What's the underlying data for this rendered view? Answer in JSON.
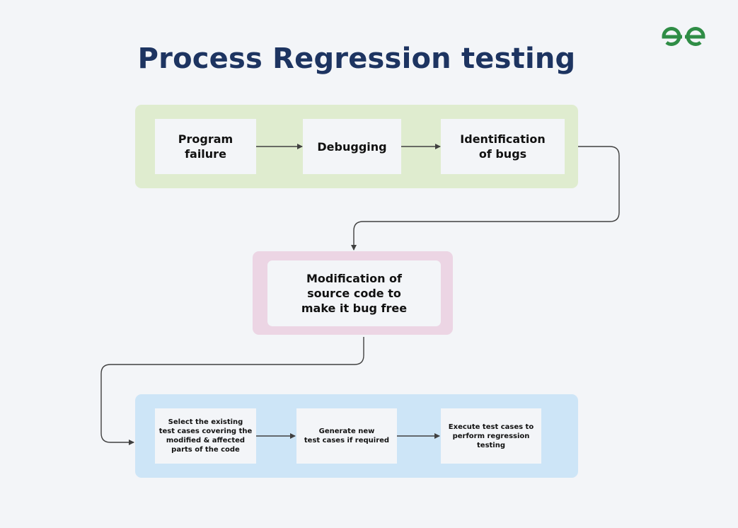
{
  "title": "Process Regression testing",
  "logo": {
    "name": "GeeksforGeeks",
    "color": "#2f8d46"
  },
  "colors": {
    "title": "#1d3461",
    "stage1_bg": "#dfeccf",
    "stage2_bg": "#ecd5e4",
    "stage3_bg": "#cde5f7",
    "connector": "#404040"
  },
  "stages": [
    {
      "name": "identify",
      "steps": [
        {
          "id": "program-failure",
          "label": "Program\nfailure"
        },
        {
          "id": "debugging",
          "label": "Debugging"
        },
        {
          "id": "identification-of-bugs",
          "label": "Identification\nof bugs"
        }
      ]
    },
    {
      "name": "fix",
      "steps": [
        {
          "id": "modification",
          "label": "Modification of\nsource code to\nmake it bug free"
        }
      ]
    },
    {
      "name": "test",
      "steps": [
        {
          "id": "select-tests",
          "label": "Select the existing\ntest cases covering the\nmodified & affected\nparts of the code"
        },
        {
          "id": "generate-tests",
          "label": "Generate new\ntest cases if required"
        },
        {
          "id": "execute-tests",
          "label": "Execute test cases to\nperform regression\ntesting"
        }
      ]
    }
  ],
  "connections": [
    [
      "program-failure",
      "debugging"
    ],
    [
      "debugging",
      "identification-of-bugs"
    ],
    [
      "identification-of-bugs",
      "modification"
    ],
    [
      "modification",
      "select-tests"
    ],
    [
      "select-tests",
      "generate-tests"
    ],
    [
      "generate-tests",
      "execute-tests"
    ]
  ]
}
